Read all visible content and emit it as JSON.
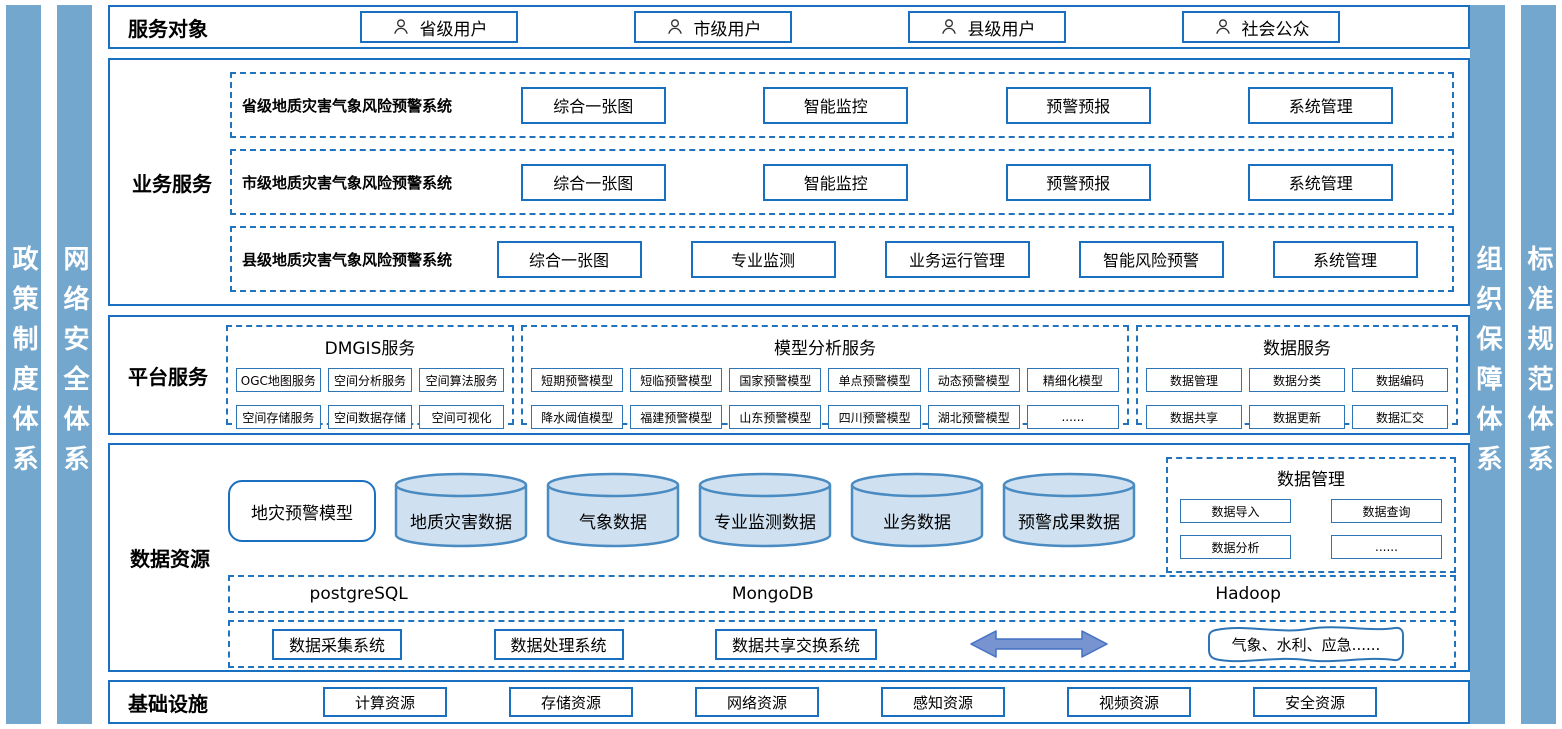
{
  "colors": {
    "section_border": "#1a70c0",
    "dashed_border": "#2273be",
    "small_box_border": "#2e75b6",
    "sidebar_fill": "#74a7cd",
    "cylinder_fill": "#cfe0f0",
    "cylinder_border": "#4a8bc2",
    "arrow_fill": "#7793d0",
    "arrow_border": "#4472c4"
  },
  "side_bars": {
    "left": [
      {
        "label": "政策制度体系"
      },
      {
        "label": "网络安全体系"
      }
    ],
    "right": [
      {
        "label": "组织保障体系"
      },
      {
        "label": "标准规范体系"
      }
    ]
  },
  "service_targets": {
    "title": "服务对象",
    "items": [
      {
        "icon": "person",
        "label": "省级用户"
      },
      {
        "icon": "person",
        "label": "市级用户"
      },
      {
        "icon": "person",
        "label": "县级用户"
      },
      {
        "icon": "person",
        "label": "社会公众"
      }
    ]
  },
  "business_services": {
    "title": "业务服务",
    "systems": [
      {
        "name": "省级地质灾害气象风险预警系统",
        "modules": [
          "综合一张图",
          "智能监控",
          "预警预报",
          "系统管理"
        ]
      },
      {
        "name": "市级地质灾害气象风险预警系统",
        "modules": [
          "综合一张图",
          "智能监控",
          "预警预报",
          "系统管理"
        ]
      },
      {
        "name": "县级地质灾害气象风险预警系统",
        "modules": [
          "综合一张图",
          "专业监测",
          "业务运行管理",
          "智能风险预警",
          "系统管理"
        ]
      }
    ]
  },
  "platform_services": {
    "title": "平台服务",
    "groups": [
      {
        "name": "DMGIS服务",
        "rows": [
          [
            "OGC地图服务",
            "空间分析服务",
            "空间算法服务"
          ],
          [
            "空间存储服务",
            "空间数据存储",
            "空间可视化"
          ]
        ]
      },
      {
        "name": "模型分析服务",
        "rows": [
          [
            "短期预警模型",
            "短临预警模型",
            "国家预警模型",
            "单点预警模型",
            "动态预警模型",
            "精细化模型"
          ],
          [
            "降水阈值模型",
            "福建预警模型",
            "山东预警模型",
            "四川预警模型",
            "湖北预警模型",
            "......"
          ]
        ]
      },
      {
        "name": "数据服务",
        "rows": [
          [
            "数据管理",
            "数据分类",
            "数据编码"
          ],
          [
            "数据共享",
            "数据更新",
            "数据汇交"
          ]
        ]
      }
    ]
  },
  "data_resources": {
    "title": "数据资源",
    "model_box": "地灾预警模型",
    "cylinders": [
      "地质灾害数据",
      "气象数据",
      "专业监测数据",
      "业务数据",
      "预警成果数据"
    ],
    "data_management": {
      "name": "数据管理",
      "items": [
        "数据导入",
        "数据查询",
        "数据分析",
        "......"
      ]
    },
    "databases": [
      "postgreSQL",
      "MongoDB",
      "Hadoop"
    ],
    "systems": [
      "数据采集系统",
      "数据处理系统",
      "数据共享交换系统"
    ],
    "external": "气象、水利、应急......"
  },
  "infrastructure": {
    "title": "基础设施",
    "items": [
      "计算资源",
      "存储资源",
      "网络资源",
      "感知资源",
      "视频资源",
      "安全资源"
    ]
  }
}
